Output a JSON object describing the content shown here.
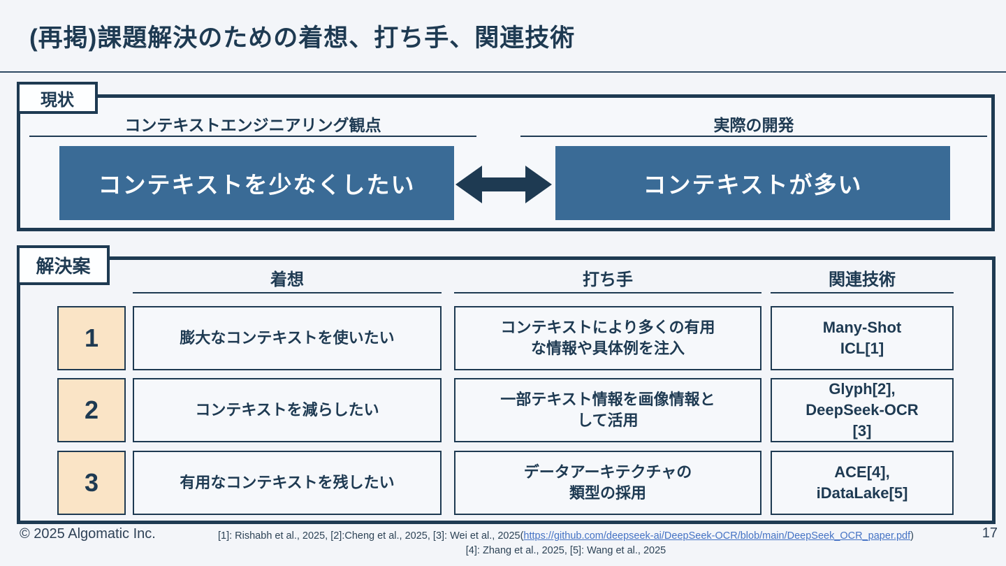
{
  "slide": {
    "title": "(再掲)課題解決のための着想、打ち手、関連技術"
  },
  "colors": {
    "background": "#f3f5f9",
    "dark_navy": "#1e3a52",
    "accent_blue": "#3a6b96",
    "cream": "#fae4c6",
    "link_blue": "#4472c4"
  },
  "genjo": {
    "label": "現状",
    "left_header": "コンテキストエンジニアリング観点",
    "right_header": "実際の開発",
    "left_box": "コンテキストを少なくしたい",
    "right_box": "コンテキストが多い",
    "arrow_icon": "double-headed-arrow"
  },
  "kaiketsu": {
    "label": "解決案",
    "headers": {
      "idea": "着想",
      "measure": "打ち手",
      "tech": "関連技術"
    },
    "rows": [
      {
        "num": "1",
        "idea": "膨大なコンテキストを使いたい",
        "measure": "コンテキストにより多くの有用\nな情報や具体例を注入",
        "tech": "Many-Shot\nICL[1]"
      },
      {
        "num": "2",
        "idea": "コンテキストを減らしたい",
        "measure": "一部テキスト情報を画像情報と\nして活用",
        "tech": "Glyph[2],\nDeepSeek-OCR\n[3]"
      },
      {
        "num": "3",
        "idea": "有用なコンテキストを残したい",
        "measure": "データアーキテクチャの\n類型の採用",
        "tech": "ACE[4],\niDataLake[5]"
      }
    ]
  },
  "footer": {
    "copyright": "© 2025 Algomatic Inc.",
    "ref_line1_before_link": "[1]: Rishabh  et al., 2025, [2]:Cheng et al., 2025, [3]: Wei et al., 2025(",
    "ref_link": "https://github.com/deepseek-ai/DeepSeek-OCR/blob/main/DeepSeek_OCR_paper.pdf",
    "ref_line1_after_link": ")",
    "ref_line2": "[4]: Zhang et al., 2025, [5]: Wang et al., 2025",
    "page_number": "17"
  }
}
